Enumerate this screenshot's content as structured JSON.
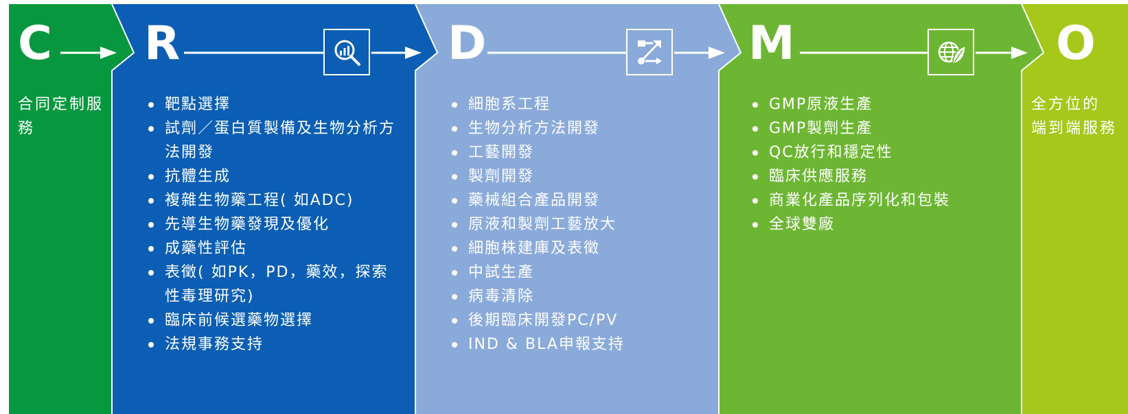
{
  "colors": {
    "c": "#07983f",
    "r": "#0b5eb3",
    "d": "#8aaada",
    "m": "#6db633",
    "o": "#a5c81a"
  },
  "stages": {
    "c": {
      "letter": "C",
      "description": [
        "合同定制服",
        "務"
      ]
    },
    "r": {
      "letter": "R",
      "icon": "research-magnifier-chart-icon",
      "items": [
        "靶點選擇",
        "試劑／蛋白質製備及生物分析方法開發",
        "抗體生成",
        "複雜生物藥工程( 如ADC)",
        "先導生物藥發現及優化",
        "成藥性評估",
        "表徵( 如PK，PD，藥效，探索性毒理研究)",
        "臨床前候選藥物選擇",
        "法規事務支持"
      ]
    },
    "d": {
      "letter": "D",
      "icon": "process-flow-icon",
      "items": [
        "細胞系工程",
        "生物分析方法開發",
        "工藝開發",
        "製劑開發",
        "藥械組合產品開發",
        "原液和製劑工藝放大",
        "細胞株建庫及表徵",
        "中試生產",
        "病毒清除",
        "後期臨床開發PC/PV",
        "IND & BLA申報支持"
      ]
    },
    "m": {
      "letter": "M",
      "icon": "globe-leaf-icon",
      "items": [
        "GMP原液生產",
        "GMP製劑生產",
        "QC放行和穩定性",
        "臨床供應服務",
        "商業化產品序列化和包裝",
        "全球雙廠"
      ]
    },
    "o": {
      "letter": "O",
      "description": [
        "全方位的",
        "端到端服務"
      ]
    }
  }
}
